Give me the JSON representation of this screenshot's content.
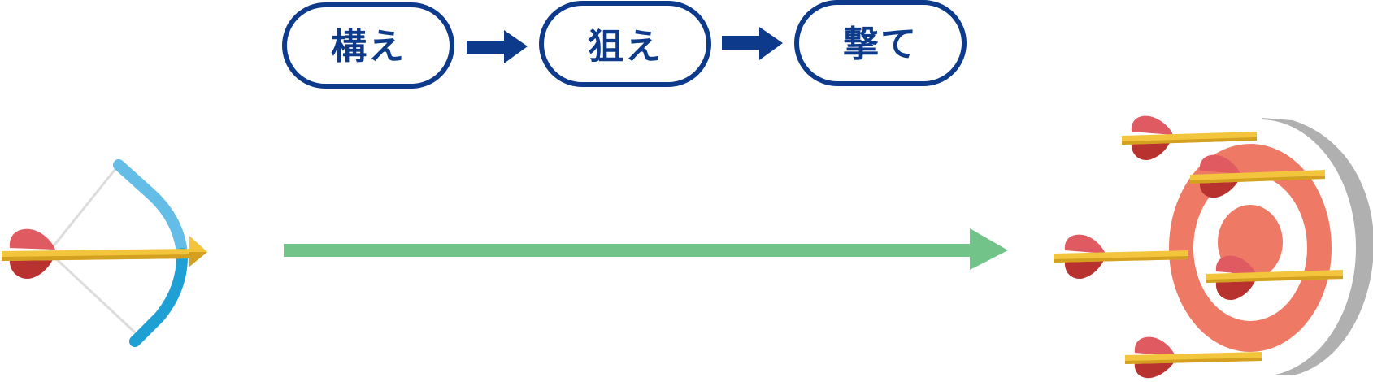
{
  "steps": [
    {
      "label": "構え"
    },
    {
      "label": "狙え"
    },
    {
      "label": "撃て"
    }
  ],
  "colors": {
    "step_border": "#0d3a8a",
    "step_text": "#0d3a8a",
    "step_arrow": "#0d3a8a",
    "flight_arrow": "#72c38a",
    "bow_light": "#63bde6",
    "bow_dark": "#1fa0d4",
    "bowstring": "#dcdcdc",
    "arrow_shaft": "#f2c53d",
    "arrow_shaft_shadow": "#d4a020",
    "fletching_light": "#e05a62",
    "fletching_dark": "#b8332f",
    "target_ring": "#ee7a66",
    "target_side": "#b0b0b0",
    "target_face": "#ffffff"
  },
  "icons": {
    "bow": "bow-and-arrow-icon",
    "target": "target-with-arrows-icon"
  }
}
